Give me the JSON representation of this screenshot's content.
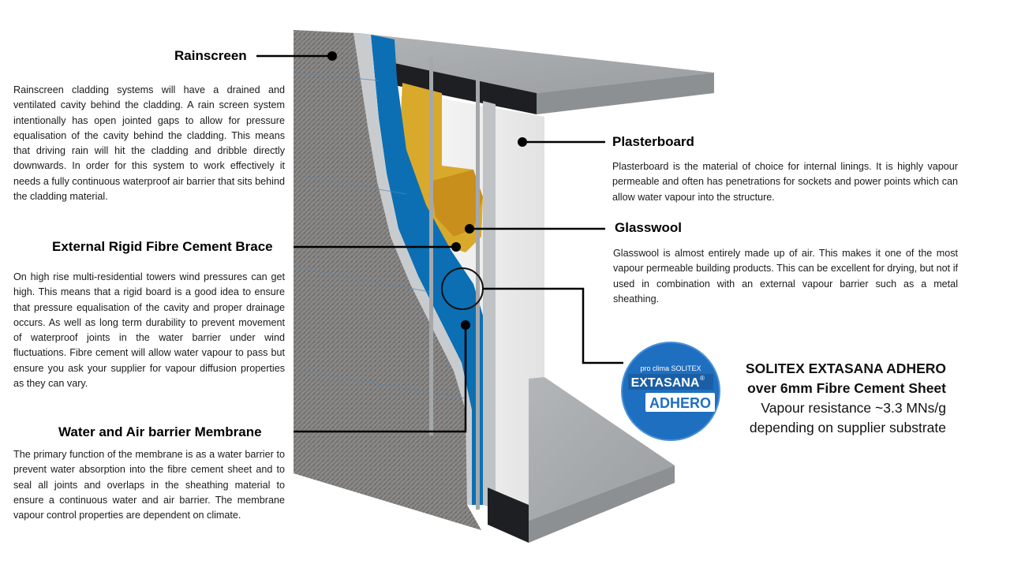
{
  "rainscreen": {
    "title": "Rainscreen",
    "body": "Rainscreen cladding systems will have a drained and ventilated cavity behind the cladding. A rain screen system intentionally has open jointed gaps to allow for pressure equalisation of the cavity behind the cladding. This means that driving rain will hit the cladding and dribble directly downwards. In order for this system to work effectively it needs a fully continuous waterproof air barrier that sits behind the cladding material."
  },
  "brace": {
    "title": "External Rigid Fibre Cement Brace",
    "body": "On high rise multi-residential towers wind pressures can get high. This means that a rigid board is a good idea to ensure that pressure equalisation of the cavity and proper drainage occurs. As well as long term durability to prevent movement of waterproof joints in the water barrier under wind fluctuations. Fibre cement will allow water vapour to pass but ensure you ask your supplier for vapour diffusion properties as they can vary."
  },
  "membrane": {
    "title": "Water and Air barrier Membrane",
    "body": "The primary function of the membrane is as a water barrier to prevent water absorption into the fibre cement sheet and to seal all joints and overlaps in the sheathing material to ensure a continuous water and air barrier. The membrane vapour control properties are dependent on climate."
  },
  "plasterboard": {
    "title": "Plasterboard",
    "body": "Plasterboard is the material of choice for internal linings. It is highly vapour permeable and often has penetrations for sockets and power points which can allow water vapour into the structure."
  },
  "glasswool": {
    "title": "Glasswool",
    "body": "Glasswool is almost entirely made up of air. This makes it one of the most vapour permeable building products. This can be excellent for drying, but not if used in combination with an external vapour barrier such as a metal sheathing."
  },
  "product": {
    "line1": "SOLITEX EXTASANA ADHERO",
    "line2": "over 6mm Fibre Cement Sheet",
    "line3": "Vapour resistance ~3.3 MNs/g",
    "line4": "depending on supplier substrate"
  },
  "badge": {
    "top_text": "pro clima SOLITEX",
    "brand": "EXTASANA",
    "registered": "®",
    "product": "ADHERO"
  },
  "colors": {
    "membrane_blue": "#0c6fb3",
    "glasswool_yellow": "#d9a92c",
    "concrete_grey": "#a9adb0",
    "cladding_grey": "#7c7a78",
    "badge_blue": "#1e6fc0"
  }
}
